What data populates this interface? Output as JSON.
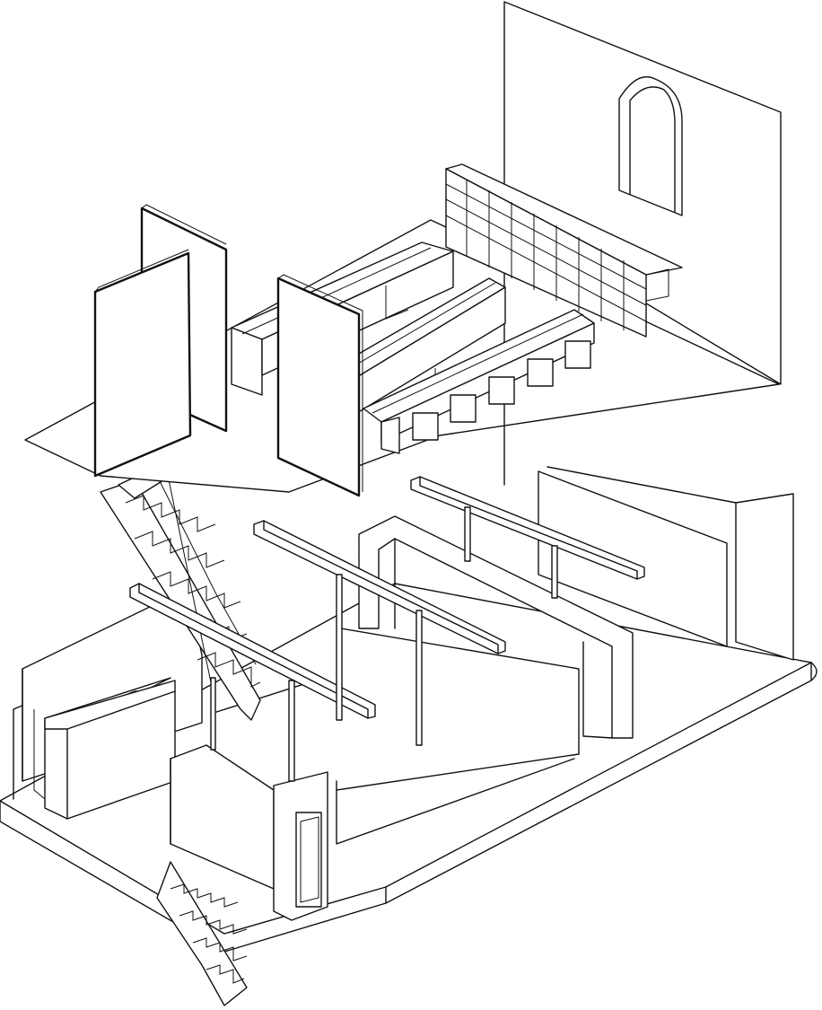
{
  "figure": {
    "kind": "axonometric architectural drawing",
    "text_labels": [],
    "colors": {
      "line": "#111111",
      "background": "#ffffff"
    },
    "components": [
      "upper-floor-plate",
      "upper-rear-wall",
      "arched-window",
      "wall-bookshelf",
      "display-table-1",
      "display-table-2",
      "display-table-3",
      "partition-panel-1",
      "partition-panel-2",
      "partition-panel-3",
      "upper-staircase",
      "lower-staircase",
      "lower-floor-plate",
      "ceiling-beam-1",
      "ceiling-beam-2",
      "ceiling-beam-3",
      "support-column",
      "rear-panel",
      "portal-frame",
      "storage-cabinet",
      "counter",
      "entrance-door"
    ]
  }
}
